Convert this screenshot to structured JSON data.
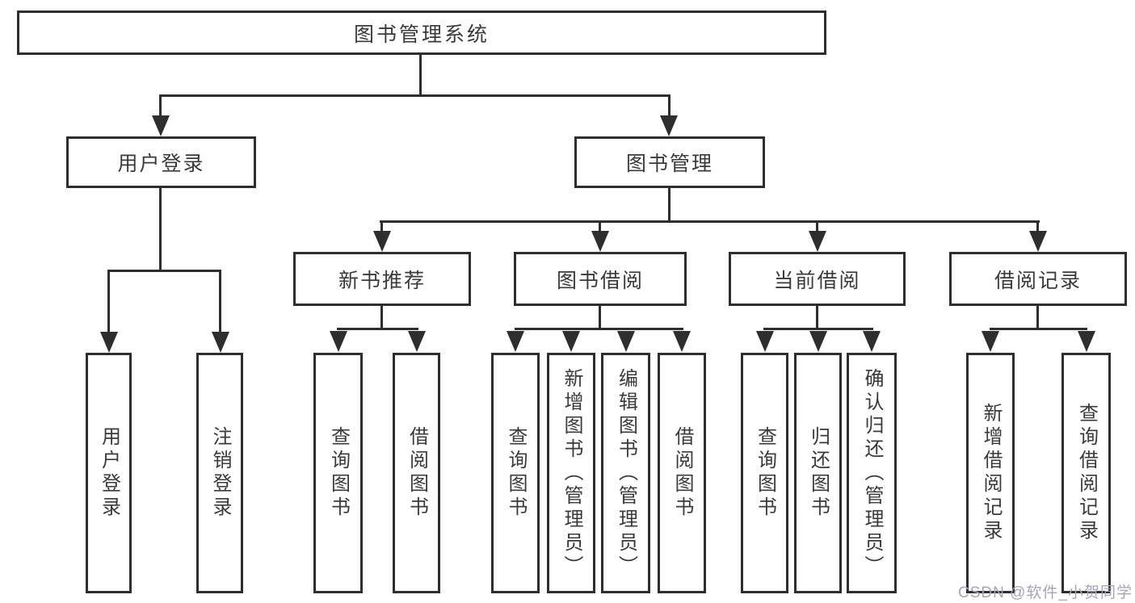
{
  "diagram": {
    "nodes": {
      "root": "图书管理系统",
      "user_login": "用户登录",
      "book_mgmt": "图书管理",
      "new_books": "新书推荐",
      "book_borrow": "图书借阅",
      "current_borrow": "当前借阅",
      "borrow_records": "借阅记录",
      "leaf_user_login": "用户登录",
      "leaf_logout": "注销登录",
      "leaf_nb_query": "查询图书",
      "leaf_nb_borrow": "借阅图书",
      "leaf_bb_query": "查询图书",
      "leaf_bb_add": "新增图书（管理员）",
      "leaf_bb_edit": "编辑图书（管理员）",
      "leaf_bb_borrow": "借阅图书",
      "leaf_cb_query": "查询图书",
      "leaf_cb_return": "归还图书",
      "leaf_cb_confirm": "确认归还（管理员）",
      "leaf_br_add": "新增借阅记录",
      "leaf_br_query": "查询借阅记录"
    },
    "watermark": "CSDN @软件_小贺同学"
  },
  "colors": {
    "line": "#2e2e2e",
    "text": "#3a3a3a",
    "watermark": "#a9a4b4"
  }
}
